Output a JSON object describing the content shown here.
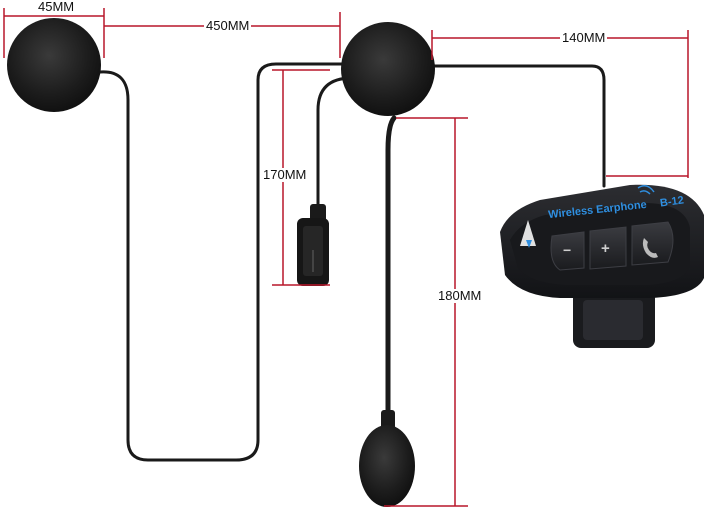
{
  "dimensions": {
    "speaker_diameter": "45MM",
    "cable_length": "450MM",
    "unit_cable_length": "140MM",
    "connector_cable_length": "170MM",
    "mic_boom_length": "180MM"
  },
  "device": {
    "brand_text": "Wireless Earphone",
    "model_text": "B-12",
    "button_minus": "−",
    "button_plus": "+",
    "button_phone": "phone-icon"
  },
  "colors": {
    "dimension_lines": "#b8172a",
    "device_body": "#1e1f22",
    "accent_text": "#2f8fe0",
    "cable": "#1a1a1a"
  }
}
